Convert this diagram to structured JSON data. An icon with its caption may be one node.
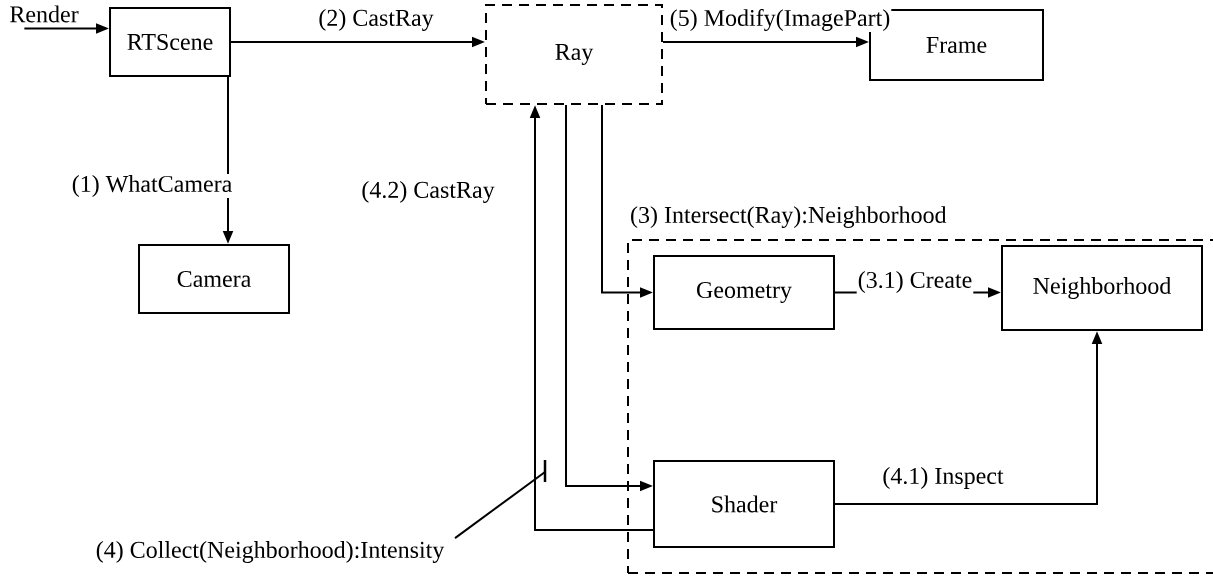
{
  "diagram": {
    "nodes": [
      {
        "text": [
          "Render"
        ]
      },
      {
        "text": [
          "RTScene"
        ]
      },
      {
        "text": [
          "Ray"
        ]
      },
      {
        "text": [
          "Frame"
        ]
      },
      {
        "text": [
          "Camera"
        ]
      },
      {
        "text": [
          "(3) Intersect(Ray):Neighborhood"
        ]
      },
      {
        "text": [
          "Geometry"
        ],
        "in": 5
      },
      {
        "text": [
          "Neighborhood"
        ],
        "in": 5
      },
      {
        "text": [
          "Shader"
        ],
        "in": 5
      },
      {
        "text": [
          "(4) Collect(Neighborhood):Intensity"
        ]
      }
    ],
    "edges": [
      {
        "from": 0,
        "to": 1,
        "arrow": "to"
      },
      {
        "from": 1,
        "to": 2,
        "arrow": "to",
        "label": "(2) CastRay"
      },
      {
        "from": 1,
        "to": 4,
        "arrow": "to",
        "label": "(1) WhatCamera"
      },
      {
        "from": 2,
        "to": 3,
        "arrow": "to",
        "label": "(5) Modify(ImagePart)"
      },
      {
        "from": 2,
        "to": 6,
        "arrow": "to"
      },
      {
        "from": 2,
        "to": 8,
        "arrow": "to"
      },
      {
        "from": 8,
        "to": 2,
        "arrow": "to",
        "label": "(4.2) CastRay"
      },
      {
        "from": 6,
        "to": 7,
        "arrow": "to",
        "label": "(3.1) Create"
      },
      {
        "from": 8,
        "to": 7,
        "arrow": "to",
        "label": "(4.1) Inspect"
      },
      {
        "from": 9,
        "to": null,
        "arrow": "none"
      }
    ]
  }
}
